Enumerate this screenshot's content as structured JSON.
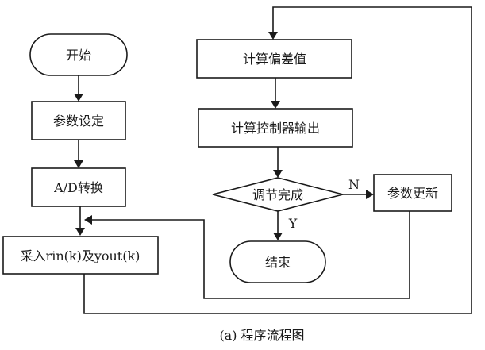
{
  "diagram": {
    "type": "flowchart",
    "caption": "(a)  程序流程图",
    "nodes": {
      "start": {
        "label": "开始",
        "shape": "terminator"
      },
      "param_set": {
        "label": "参数设定",
        "shape": "process"
      },
      "ad_convert": {
        "label": "A/D转换",
        "shape": "process"
      },
      "sample": {
        "label": "采入rin(k)及yout(k)",
        "shape": "process"
      },
      "calc_error": {
        "label": "计算偏差值",
        "shape": "process"
      },
      "calc_output": {
        "label": "计算控制器输出",
        "shape": "process"
      },
      "decision": {
        "label": "调节完成",
        "shape": "decision"
      },
      "param_update": {
        "label": "参数更新",
        "shape": "process"
      },
      "end": {
        "label": "结束",
        "shape": "terminator"
      }
    },
    "edges": [
      {
        "from": "start",
        "to": "param_set",
        "label": ""
      },
      {
        "from": "param_set",
        "to": "ad_convert",
        "label": ""
      },
      {
        "from": "ad_convert",
        "to": "sample",
        "label": ""
      },
      {
        "from": "sample",
        "to": "calc_error",
        "label": ""
      },
      {
        "from": "calc_error",
        "to": "calc_output",
        "label": ""
      },
      {
        "from": "calc_output",
        "to": "decision",
        "label": ""
      },
      {
        "from": "decision",
        "to": "param_update",
        "label": "N"
      },
      {
        "from": "decision",
        "to": "end",
        "label": "Y"
      },
      {
        "from": "param_update",
        "to": "sample",
        "label": ""
      }
    ]
  }
}
